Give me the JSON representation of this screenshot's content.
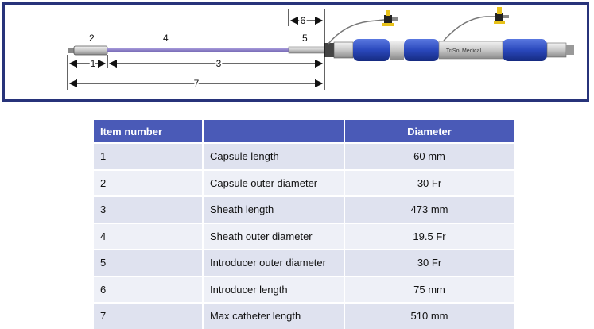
{
  "diagram": {
    "labels": [
      "2",
      "4",
      "6",
      "5",
      "1",
      "3",
      "7"
    ],
    "brand": "TriSol Medical",
    "colors": {
      "frame": "#27337a",
      "sheath": "#8d7fc4",
      "handle_blue": "#2444b8",
      "header": "#4a5ab7"
    }
  },
  "table": {
    "headers": [
      "Item number",
      "",
      "Diameter"
    ],
    "rows": [
      {
        "item": "1",
        "description": "Capsule length",
        "value": "60 mm"
      },
      {
        "item": "2",
        "description": "Capsule outer diameter",
        "value": "30 Fr"
      },
      {
        "item": "3",
        "description": "Sheath length",
        "value": "473 mm"
      },
      {
        "item": "4",
        "description": "Sheath outer diameter",
        "value": "19.5 Fr"
      },
      {
        "item": "5",
        "description": "Introducer outer diameter",
        "value": "30 Fr"
      },
      {
        "item": "6",
        "description": "Introducer length",
        "value": "75 mm"
      },
      {
        "item": "7",
        "description": "Max catheter length",
        "value": "510 mm"
      }
    ]
  }
}
